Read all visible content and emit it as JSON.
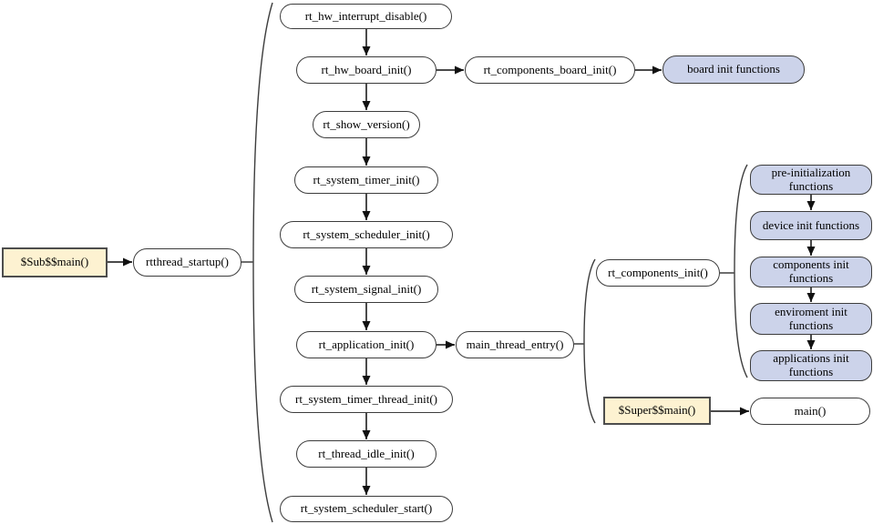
{
  "diagram_type": "flowchart",
  "nodes": {
    "sub_main": "$Sub$$main()",
    "rtthread_startup": "rtthread_startup()",
    "rt_hw_interrupt_disable": "rt_hw_interrupt_disable()",
    "rt_hw_board_init": "rt_hw_board_init()",
    "rt_components_board_init": "rt_components_board_init()",
    "board_init_functions": "board init functions",
    "rt_show_version": "rt_show_version()",
    "rt_system_timer_init": "rt_system_timer_init()",
    "rt_system_scheduler_init": "rt_system_scheduler_init()",
    "rt_system_signal_init": "rt_system_signal_init()",
    "rt_application_init": "rt_application_init()",
    "main_thread_entry": "main_thread_entry()",
    "rt_system_timer_thread_init": "rt_system_timer_thread_init()",
    "rt_thread_idle_init": "rt_thread_idle_init()",
    "rt_system_scheduler_start": "rt_system_scheduler_start()",
    "rt_components_init": "rt_components_init()",
    "pre_initialization_functions": "pre-initialization functions",
    "device_init_functions": "device init functions",
    "components_init_functions": "components init functions",
    "environment_init_functions": "enviroment init functions",
    "applications_init_functions": "applications init functions",
    "super_main": "$Super$$main()",
    "main": "main()"
  },
  "edges": [
    {
      "from": "sub_main",
      "to": "rtthread_startup",
      "style": "arrow"
    },
    {
      "from": "rtthread_startup",
      "to": "startup-bracket-group",
      "style": "line"
    },
    {
      "from": "rt_hw_interrupt_disable",
      "to": "rt_hw_board_init",
      "style": "arrow"
    },
    {
      "from": "rt_hw_board_init",
      "to": "rt_components_board_init",
      "style": "arrow"
    },
    {
      "from": "rt_components_board_init",
      "to": "board_init_functions",
      "style": "arrow"
    },
    {
      "from": "rt_hw_board_init",
      "to": "rt_show_version",
      "style": "arrow"
    },
    {
      "from": "rt_show_version",
      "to": "rt_system_timer_init",
      "style": "arrow"
    },
    {
      "from": "rt_system_timer_init",
      "to": "rt_system_scheduler_init",
      "style": "arrow"
    },
    {
      "from": "rt_system_scheduler_init",
      "to": "rt_system_signal_init",
      "style": "arrow"
    },
    {
      "from": "rt_system_signal_init",
      "to": "rt_application_init",
      "style": "arrow"
    },
    {
      "from": "rt_application_init",
      "to": "main_thread_entry",
      "style": "arrow"
    },
    {
      "from": "main_thread_entry",
      "to": "main-thread-bracket-group",
      "style": "line"
    },
    {
      "from": "rt_application_init",
      "to": "rt_system_timer_thread_init",
      "style": "arrow"
    },
    {
      "from": "rt_system_timer_thread_init",
      "to": "rt_thread_idle_init",
      "style": "arrow"
    },
    {
      "from": "rt_thread_idle_init",
      "to": "rt_system_scheduler_start",
      "style": "arrow"
    },
    {
      "from": "rt_components_init",
      "to": "components-bracket-group",
      "style": "line"
    },
    {
      "from": "pre_initialization_functions",
      "to": "device_init_functions",
      "style": "arrow"
    },
    {
      "from": "device_init_functions",
      "to": "components_init_functions",
      "style": "arrow"
    },
    {
      "from": "components_init_functions",
      "to": "environment_init_functions",
      "style": "arrow"
    },
    {
      "from": "environment_init_functions",
      "to": "applications_init_functions",
      "style": "arrow"
    },
    {
      "from": "super_main",
      "to": "main",
      "style": "arrow"
    }
  ],
  "colors": {
    "node_border": "#3c3c3c",
    "white_fill": "#ffffff",
    "blue_fill": "#ccd3ea",
    "yellow_fill": "#fdf2d1",
    "connector": "#4a4a4a",
    "arrowhead": "#111111",
    "background": "#ffffff"
  }
}
